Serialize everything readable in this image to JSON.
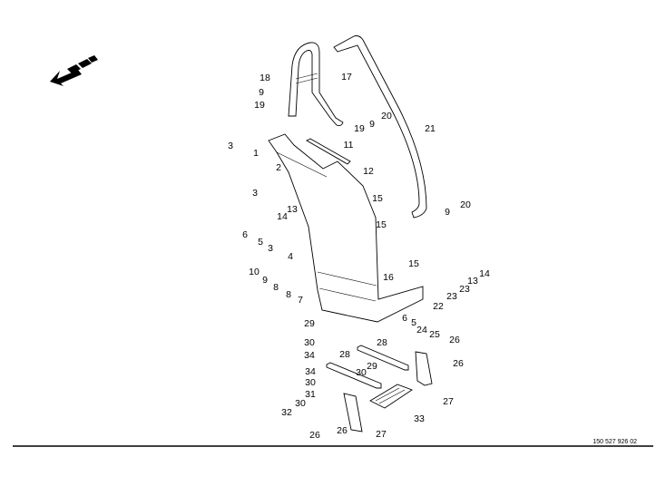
{
  "diagram": {
    "title_code": "150 527 926 02",
    "direction_icon": "travel-direction-arrow-icon",
    "labels": [
      "18",
      "9",
      "19",
      "17",
      "20",
      "9",
      "19",
      "21",
      "3",
      "1",
      "11",
      "12",
      "2",
      "3",
      "13",
      "15",
      "14",
      "9",
      "20",
      "6",
      "5",
      "3",
      "15",
      "4",
      "10",
      "9",
      "8",
      "8",
      "7",
      "16",
      "15",
      "14",
      "13",
      "23",
      "23",
      "22",
      "29",
      "6",
      "5",
      "24",
      "25",
      "26",
      "28",
      "30",
      "34",
      "28",
      "29",
      "30",
      "26",
      "34",
      "30",
      "31",
      "27",
      "30",
      "33",
      "32",
      "26",
      "27",
      "26"
    ]
  }
}
